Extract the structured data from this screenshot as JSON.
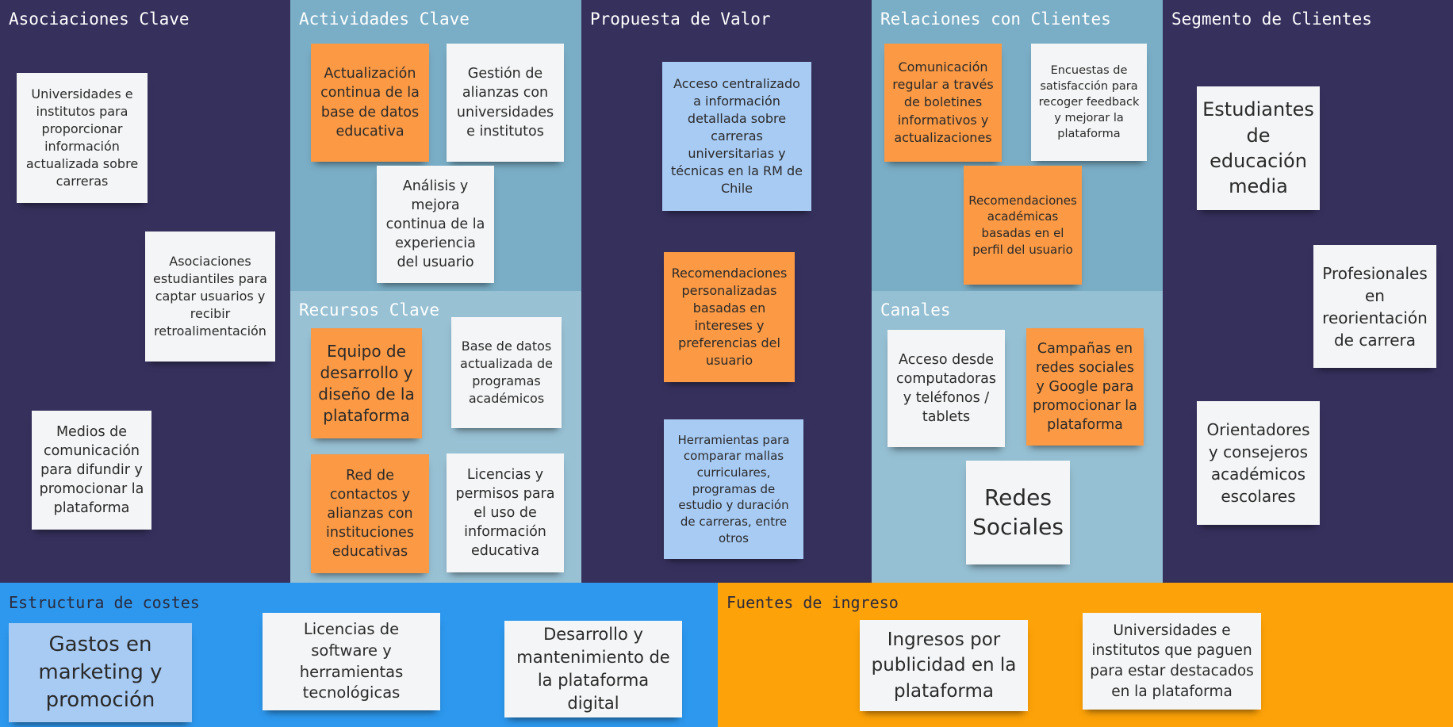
{
  "panels": {
    "key_partners": {
      "title": "Asociaciones Clave",
      "notes": [
        "Universidades e institutos para proporcionar información actualizada sobre carreras",
        "Asociaciones estudiantiles para captar usuarios y recibir retroalimentación",
        "Medios de comunicación para difundir y promocionar la plataforma"
      ]
    },
    "key_activities": {
      "title": "Actividades Clave",
      "notes": [
        "Actualización continua de la base de datos educativa",
        "Gestión de alianzas con universidades e institutos",
        "Análisis y mejora continua de la experiencia del usuario"
      ]
    },
    "key_resources": {
      "title": "Recursos Clave",
      "notes": [
        "Equipo de desarrollo y diseño de la plataforma",
        "Base de datos actualizada de programas académicos",
        "Red de contactos y alianzas con instituciones educativas",
        "Licencias y permisos para el uso de información educativa"
      ]
    },
    "value_proposition": {
      "title": "Propuesta de Valor",
      "notes": [
        "Acceso centralizado a información detallada sobre carreras universitarias y técnicas en la RM de Chile",
        "Recomendaciones personalizadas basadas en intereses y preferencias del usuario",
        "Herramientas para comparar mallas curriculares, programas de estudio y duración de carreras, entre otros"
      ]
    },
    "customer_relationships": {
      "title": "Relaciones con Clientes",
      "notes": [
        "Comunicación regular a través de boletines informativos y actualizaciones",
        "Encuestas de satisfacción para recoger feedback y mejorar la plataforma",
        "Recomendaciones académicas basadas en el perfil del usuario"
      ]
    },
    "channels": {
      "title": "Canales",
      "notes": [
        "Acceso desde computadoras y teléfonos / tablets",
        "Campañas en redes sociales y Google para promocionar la plataforma",
        "Redes Sociales"
      ]
    },
    "customer_segments": {
      "title": "Segmento de Clientes",
      "notes": [
        "Estudiantes de educación media",
        "Profesionales en reorientación de carrera",
        "Orientadores y consejeros académicos escolares"
      ]
    },
    "cost_structure": {
      "title": "Estructura de costes",
      "notes": [
        "Gastos en marketing y promoción",
        "Licencias de software y herramientas tecnológicas",
        "Desarrollo y mantenimiento de la plataforma digital"
      ]
    },
    "revenue_streams": {
      "title": "Fuentes de ingreso",
      "notes": [
        "Ingresos por publicidad en la plataforma",
        "Universidades e institutos que paguen para estar destacados en la plataforma"
      ]
    }
  },
  "colors": {
    "dark_navy": "#36305d",
    "steel_blue": "#7aaec6",
    "light_steel_blue": "#98c1d4",
    "canales_blue": "#95bfd2",
    "cost_blue": "#2d98ee",
    "revenue_orange": "#fda208",
    "sticky_white": "#f4f5f6",
    "sticky_orange": "#fb9944",
    "sticky_blue": "#a8cbf4"
  }
}
